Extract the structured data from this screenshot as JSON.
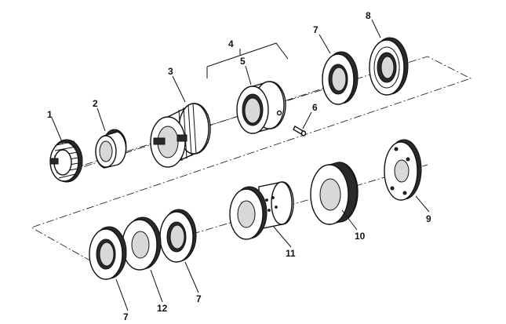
{
  "callouts": {
    "c1": "1",
    "c2": "2",
    "c3": "3",
    "c4": "4",
    "c5": "5",
    "c6": "6",
    "c7a": "7",
    "c8": "8",
    "c9": "9",
    "c10": "10",
    "c11": "11",
    "c12": "12",
    "c7b": "7",
    "c7c": "7"
  },
  "colors": {
    "line": "#111111",
    "shade": "#2a2a2a",
    "background": "#ffffff"
  }
}
